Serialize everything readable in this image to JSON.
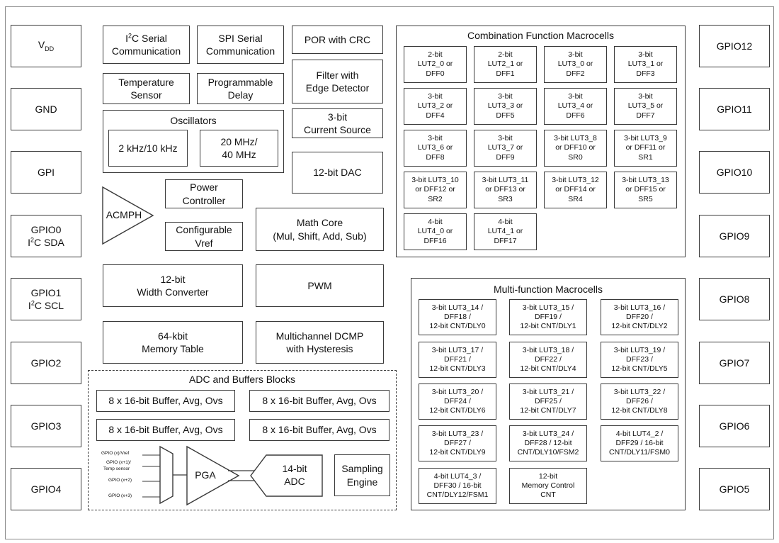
{
  "pins_left": {
    "vdd": {
      "main": "V",
      "sub": "DD"
    },
    "gnd": "GND",
    "gpi": "GPI",
    "gpio0": {
      "name": "GPIO0",
      "i": "I",
      "sup": "2",
      "rest": "C SDA"
    },
    "gpio1": {
      "name": "GPIO1",
      "i": "I",
      "sup": "2",
      "rest": "C SCL"
    },
    "gpio2": "GPIO2",
    "gpio3": "GPIO3",
    "gpio4": "GPIO4"
  },
  "pins_right": [
    "GPIO12",
    "GPIO11",
    "GPIO10",
    "GPIO9",
    "GPIO8",
    "GPIO7",
    "GPIO6",
    "GPIO5"
  ],
  "blocks": {
    "i2c": {
      "i": "I",
      "sup": "2",
      "rest": "C Serial",
      "line2": "Communication"
    },
    "spi": "SPI Serial\nCommunication",
    "por": "POR with CRC",
    "filter": "Filter with\nEdge Detector",
    "temp": "Temperature\nSensor",
    "prog_delay": "Programmable\nDelay",
    "current_source": "3-bit\nCurrent Source",
    "oscillators_title": "Oscillators",
    "osc_low": "2 kHz/10 kHz",
    "osc_high": "20 MHz/\n40 MHz",
    "dac": "12-bit DAC",
    "acmph": "ACMPH",
    "power_controller": "Power\nController",
    "conf_vref": "Configurable\nVref",
    "math_core": "Math Core\n(Mul, Shift, Add, Sub)",
    "width_converter": "12-bit\nWidth Converter",
    "pwm": "PWM",
    "memory_table": "64-kbit\nMemory Table",
    "dcmp": "Multichannel DCMP\nwith Hysteresis"
  },
  "adc": {
    "title": "ADC and Buffers Blocks",
    "buffers": [
      "8 x 16-bit Buffer, Avg, Ovs",
      "8 x 16-bit Buffer, Avg, Ovs",
      "8 x 16-bit Buffer, Avg, Ovs",
      "8 x 16-bit Buffer, Avg, Ovs"
    ],
    "mux_inputs": [
      "GPIO (x)/Vref",
      "GPIO (x+1)/",
      "Temp sensor",
      "GPIO (x+2)",
      "GPIO (x+3)"
    ],
    "pga": "PGA",
    "adc": "14-bit\nADC",
    "sampling": "Sampling\nEngine"
  },
  "combination": {
    "title": "Combination Function Macrocells",
    "cells": [
      "2-bit\nLUT2_0 or\nDFF0",
      "2-bit\nLUT2_1 or\nDFF1",
      "3-bit\nLUT3_0 or\nDFF2",
      "3-bit\nLUT3_1 or\nDFF3",
      "3-bit\nLUT3_2 or\nDFF4",
      "3-bit\nLUT3_3 or\nDFF5",
      "3-bit\nLUT3_4 or\nDFF6",
      "3-bit\nLUT3_5 or\nDFF7",
      "3-bit\nLUT3_6 or\nDFF8",
      "3-bit\nLUT3_7 or\nDFF9",
      "3-bit LUT3_8\nor DFF10 or\nSR0",
      "3-bit LUT3_9\nor DFF11 or\nSR1",
      "3-bit LUT3_10\nor DFF12 or\nSR2",
      "3-bit LUT3_11\nor DFF13 or\nSR3",
      "3-bit LUT3_12\nor DFF14 or\nSR4",
      "3-bit LUT3_13\nor DFF15 or\nSR5",
      "4-bit\nLUT4_0 or\nDFF16",
      "4-bit\nLUT4_1 or\nDFF17"
    ]
  },
  "multifunction": {
    "title": "Multi-function Macrocells",
    "cells": [
      "3-bit LUT3_14 /\nDFF18 /\n12-bit CNT/DLY0",
      "3-bit LUT3_15 /\nDFF19 /\n12-bit CNT/DLY1",
      "3-bit LUT3_16 /\nDFF20 /\n12-bit CNT/DLY2",
      "3-bit LUT3_17 /\nDFF21 /\n12-bit CNT/DLY3",
      "3-bit LUT3_18 /\nDFF22 /\n12-bit CNT/DLY4",
      "3-bit LUT3_19 /\nDFF23 /\n12-bit CNT/DLY5",
      "3-bit LUT3_20 /\nDFF24 /\n12-bit CNT/DLY6",
      "3-bit LUT3_21 /\nDFF25 /\n12-bit CNT/DLY7",
      "3-bit LUT3_22 /\nDFF26 /\n12-bit CNT/DLY8",
      "3-bit LUT3_23 /\nDFF27 /\n12-bit CNT/DLY9",
      "3-bit LUT3_24 /\nDFF28 / 12-bit\nCNT/DLY10/FSM2",
      "4-bit LUT4_2 /\nDFF29 / 16-bit\nCNT/DLY11/FSM0",
      "4-bit LUT4_3 /\nDFF30 / 16-bit\nCNT/DLY12/FSM1",
      "12-bit\nMemory Control\nCNT"
    ]
  }
}
